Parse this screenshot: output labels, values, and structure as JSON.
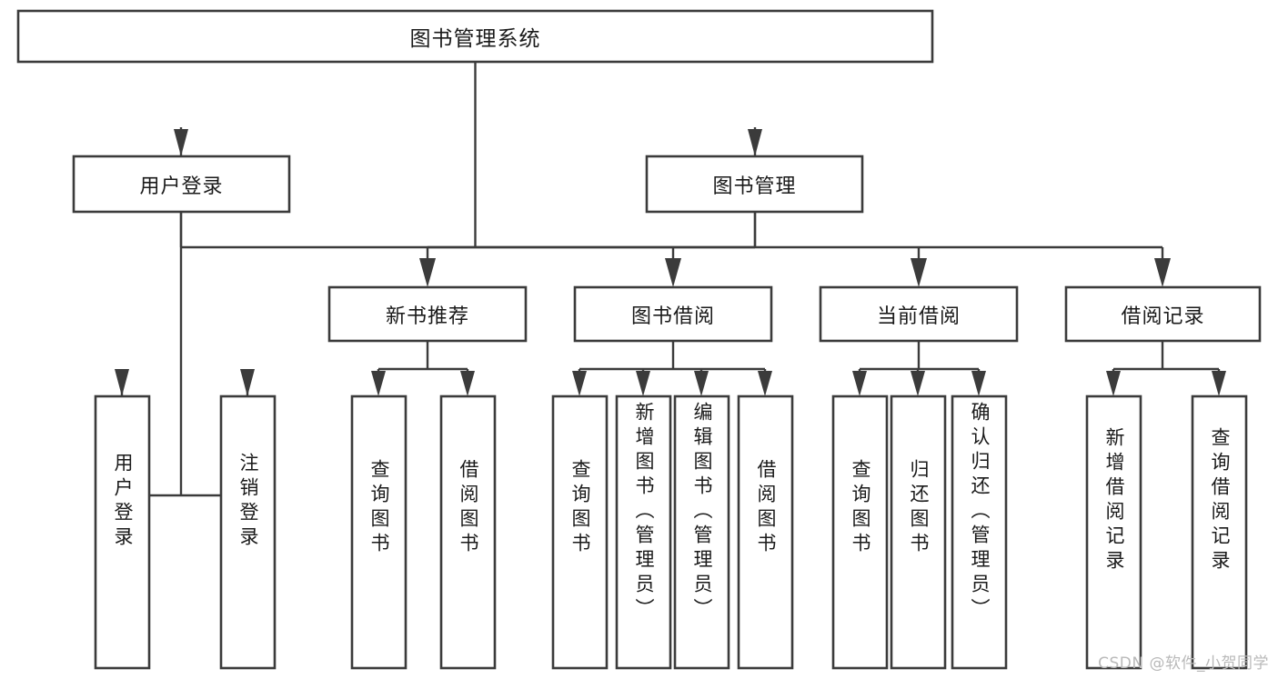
{
  "diagram": {
    "type": "tree",
    "title": "图书管理系统",
    "watermark": "CSDN @软件_小贺同学",
    "colors": {
      "background": "#ffffff",
      "stroke": "#3b3b3b",
      "text": "#1a1a1a",
      "watermark": "#b9b9b9"
    },
    "levels": {
      "root": "图书管理系统",
      "level2": [
        "用户登录",
        "图书管理"
      ],
      "level3": [
        "新书推荐",
        "图书借阅",
        "当前借阅",
        "借阅记录"
      ]
    },
    "nodes": {
      "root": {
        "label": "图书管理系统",
        "orientation": "horizontal"
      },
      "user_login": {
        "label": "用户登录",
        "orientation": "horizontal"
      },
      "book_manage": {
        "label": "图书管理",
        "orientation": "horizontal"
      },
      "new_book_rec": {
        "label": "新书推荐",
        "orientation": "horizontal"
      },
      "book_borrow": {
        "label": "图书借阅",
        "orientation": "horizontal"
      },
      "current_borrow": {
        "label": "当前借阅",
        "orientation": "horizontal"
      },
      "borrow_record": {
        "label": "借阅记录",
        "orientation": "horizontal"
      },
      "leaf_user_login": {
        "label": "用户登录",
        "orientation": "vertical"
      },
      "leaf_logout": {
        "label": "注销登录",
        "orientation": "vertical"
      },
      "leaf_query_book_1": {
        "label": "查询图书",
        "orientation": "vertical"
      },
      "leaf_borrow_book_1": {
        "label": "借阅图书",
        "orientation": "vertical"
      },
      "leaf_query_book_2": {
        "label": "查询图书",
        "orientation": "vertical"
      },
      "leaf_add_book": {
        "label": "新增图书（管理员）",
        "orientation": "vertical"
      },
      "leaf_edit_book": {
        "label": "编辑图书（管理员）",
        "orientation": "vertical"
      },
      "leaf_borrow_book_2": {
        "label": "借阅图书",
        "orientation": "vertical"
      },
      "leaf_query_book_3": {
        "label": "查询图书",
        "orientation": "vertical"
      },
      "leaf_return_book": {
        "label": "归还图书",
        "orientation": "vertical"
      },
      "leaf_confirm_return": {
        "label": "确认归还（管理员）",
        "orientation": "vertical"
      },
      "leaf_add_record": {
        "label": "新增借阅记录",
        "orientation": "vertical"
      },
      "leaf_query_record": {
        "label": "查询借阅记录",
        "orientation": "vertical"
      }
    },
    "edges": [
      {
        "from": "root",
        "to": "user_login"
      },
      {
        "from": "root",
        "to": "book_manage"
      },
      {
        "from": "user_login",
        "to": "leaf_user_login"
      },
      {
        "from": "user_login",
        "to": "leaf_logout"
      },
      {
        "from": "book_manage",
        "to": "new_book_rec"
      },
      {
        "from": "book_manage",
        "to": "book_borrow"
      },
      {
        "from": "book_manage",
        "to": "current_borrow"
      },
      {
        "from": "book_manage",
        "to": "borrow_record"
      },
      {
        "from": "new_book_rec",
        "to": "leaf_query_book_1"
      },
      {
        "from": "new_book_rec",
        "to": "leaf_borrow_book_1"
      },
      {
        "from": "book_borrow",
        "to": "leaf_query_book_2"
      },
      {
        "from": "book_borrow",
        "to": "leaf_add_book"
      },
      {
        "from": "book_borrow",
        "to": "leaf_edit_book"
      },
      {
        "from": "book_borrow",
        "to": "leaf_borrow_book_2"
      },
      {
        "from": "current_borrow",
        "to": "leaf_query_book_3"
      },
      {
        "from": "current_borrow",
        "to": "leaf_return_book"
      },
      {
        "from": "current_borrow",
        "to": "leaf_confirm_return"
      },
      {
        "from": "borrow_record",
        "to": "leaf_add_record"
      },
      {
        "from": "borrow_record",
        "to": "leaf_query_record"
      }
    ]
  }
}
